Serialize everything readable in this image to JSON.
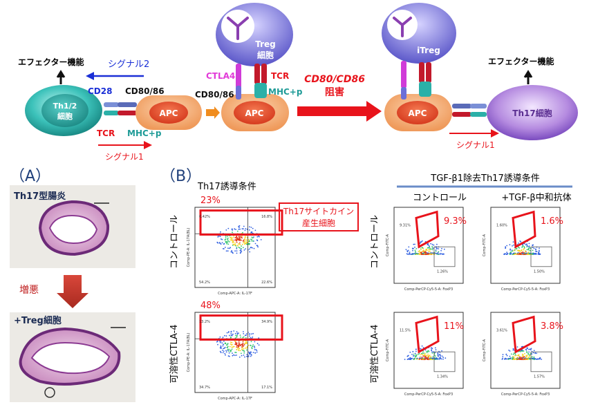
{
  "top": {
    "effector_left": "エフェクター機能",
    "effector_right": "エフェクター機能",
    "signal2": "シグナル2",
    "signal1_left": "シグナル1",
    "signal1_right": "シグナル1",
    "th12_cell": [
      "Th1/2",
      "細胞"
    ],
    "cd28": "CD28",
    "cd80_86_a": "CD80/86",
    "cd80_86_b": "CD80/86",
    "tcr_left": "TCR",
    "tcr_mid": "TCR",
    "mhcp_left": "MHC+p",
    "mhcp_mid": "MHC+p",
    "apc": "APC",
    "treg_cell": [
      "Treg",
      "細胞"
    ],
    "ctla4": "CTLA4",
    "blocking": [
      "CD80/CD86",
      "阻害"
    ],
    "itreg": "iTreg",
    "th17_cell": "Th17細胞",
    "colors": {
      "red": "#e8131b",
      "blue": "#1a2fd6",
      "teal": "#1f9b97",
      "magenta": "#e23ad8",
      "purple": "#6b3fb0",
      "apc_fill": "#f3a266",
      "apc_core": "#e84c2a"
    }
  },
  "panel_a": {
    "label": "（A）",
    "top_label": "Th17型腸炎",
    "arrow_label": "増悪",
    "bottom_label": "+Treg細胞"
  },
  "panel_b": {
    "label": "（B）",
    "left_header": "Th17誘導条件",
    "right_header": "TGF-β1除去Th17誘導条件",
    "col_control": "コントロール",
    "col_anti_tgf": "+TGF-β中和抗体",
    "row_control": "コントロール",
    "row_ctla4": "可溶性CTLA-4",
    "callout": [
      "Th17サイトカイン",
      "産生細胞"
    ],
    "plots": [
      {
        "big_pct": "23%",
        "q_tl": "6.42%",
        "q_tr": "16.8%",
        "q_bl": "54.2%",
        "q_br": "22.6%",
        "xaxis": "Comp-APC-A: IL-17F",
        "yaxis": "Comp-PE-A: IL-17A(BL)"
      },
      {
        "big_pct": "9.3%",
        "q_tl": "9.31%",
        "q_br": "1.26%",
        "xaxis": "Comp-PerCP-Cy5-5-A: FoxP3",
        "yaxis": "Comp-FITC-A"
      },
      {
        "big_pct": "1.6%",
        "q_tl": "1.60%",
        "q_br": "1.50%",
        "xaxis": "Comp-PerCP-Cy5-5-A: FoxP3",
        "yaxis": "Comp-FITC-A"
      },
      {
        "big_pct": "48%",
        "q_tl": "13.2%",
        "q_tr": "34.9%",
        "q_bl": "34.7%",
        "q_br": "17.1%",
        "xaxis": "Comp-APC-A: IL-17F",
        "yaxis": "Comp-PE-A: IL-17A(BL)"
      },
      {
        "big_pct": "11%",
        "q_tl": "11.5%",
        "q_br": "1.34%",
        "xaxis": "Comp-PerCP-Cy5-5-A: FoxP3",
        "yaxis": "Comp-FITC-A"
      },
      {
        "big_pct": "3.8%",
        "q_tl": "3.61%",
        "q_br": "1.57%",
        "xaxis": "Comp-PerCP-Cy5-5-A: FoxP3",
        "yaxis": "Comp-FITC-A"
      }
    ]
  }
}
